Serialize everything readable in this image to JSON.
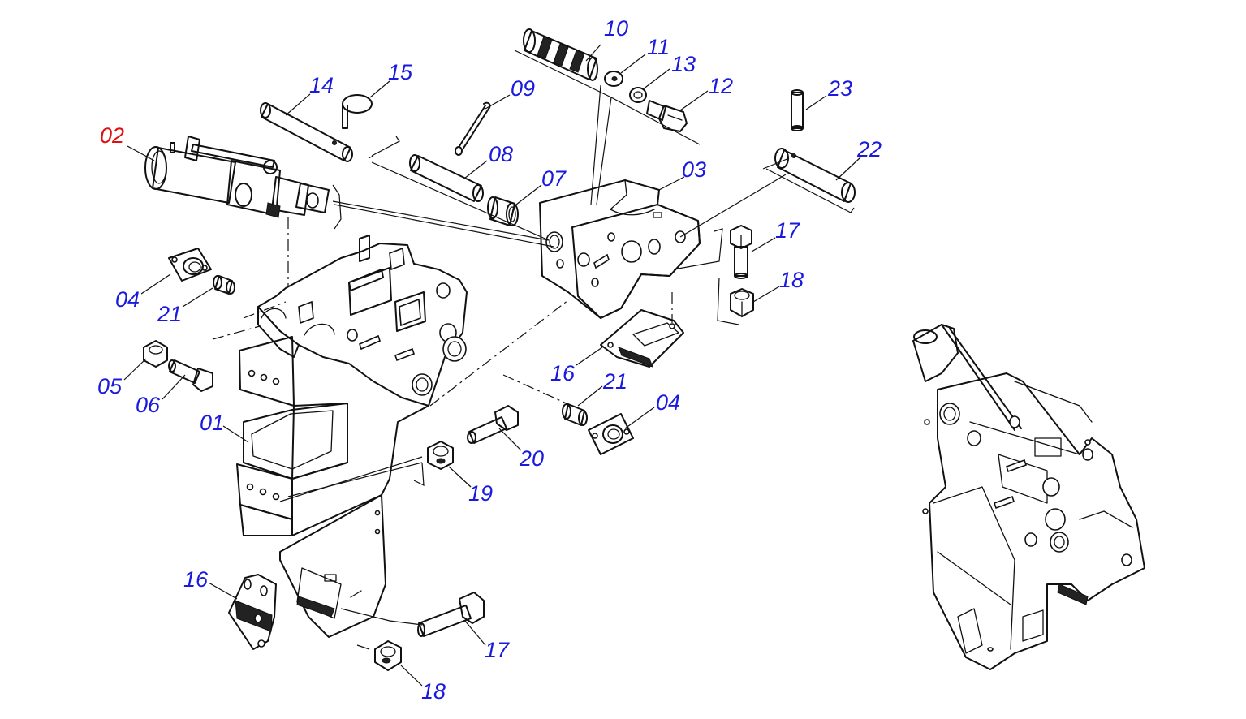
{
  "diagram": {
    "label_color": "#1a1adf",
    "highlight_color": "#dd1111",
    "callouts": [
      {
        "id": "c10",
        "text": "10"
      },
      {
        "id": "c11",
        "text": "11"
      },
      {
        "id": "c13",
        "text": "13"
      },
      {
        "id": "c12",
        "text": "12"
      },
      {
        "id": "c09",
        "text": "09"
      },
      {
        "id": "c14",
        "text": "14"
      },
      {
        "id": "c15",
        "text": "15"
      },
      {
        "id": "c23",
        "text": "23"
      },
      {
        "id": "c02",
        "text": "02"
      },
      {
        "id": "c08",
        "text": "08"
      },
      {
        "id": "c22",
        "text": "22"
      },
      {
        "id": "c07",
        "text": "07"
      },
      {
        "id": "c03",
        "text": "03"
      },
      {
        "id": "c17a",
        "text": "17"
      },
      {
        "id": "c18a",
        "text": "18"
      },
      {
        "id": "c04a",
        "text": "04"
      },
      {
        "id": "c21a",
        "text": "21"
      },
      {
        "id": "c16a",
        "text": "16"
      },
      {
        "id": "c21b",
        "text": "21"
      },
      {
        "id": "c04b",
        "text": "04"
      },
      {
        "id": "c05",
        "text": "05"
      },
      {
        "id": "c06",
        "text": "06"
      },
      {
        "id": "c01",
        "text": "01"
      },
      {
        "id": "c20",
        "text": "20"
      },
      {
        "id": "c19",
        "text": "19"
      },
      {
        "id": "c16b",
        "text": "16"
      },
      {
        "id": "c17b",
        "text": "17"
      },
      {
        "id": "c18b",
        "text": "18"
      }
    ]
  }
}
